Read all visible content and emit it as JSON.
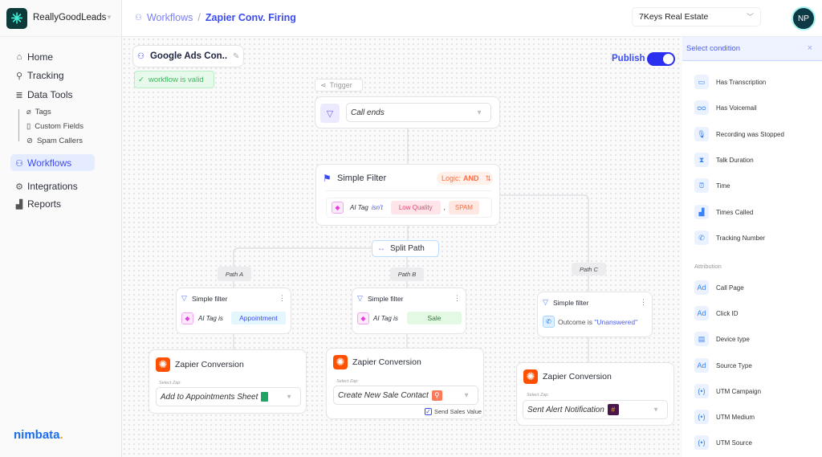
{
  "brand": {
    "org_name": "ReallyGoodLeads",
    "footer_logo": "nimbata",
    "accent": "#3b4cf5"
  },
  "breadcrumb": {
    "parent": "Workflows",
    "current": "Zapier Conv. Firing"
  },
  "header": {
    "company": "7Keys Real Estate",
    "avatar_initials": "NP"
  },
  "sidebar": {
    "items": [
      {
        "label": "Home",
        "icon": "home-icon"
      },
      {
        "label": "Tracking",
        "icon": "pin-icon"
      },
      {
        "label": "Data Tools",
        "icon": "database-icon"
      },
      {
        "label": "Workflows",
        "icon": "workflow-icon",
        "active": true
      },
      {
        "label": "Integrations",
        "icon": "gear-icon"
      },
      {
        "label": "Reports",
        "icon": "chart-icon"
      }
    ],
    "sub_items": [
      {
        "label": "Tags"
      },
      {
        "label": "Custom Fields"
      },
      {
        "label": "Spam Callers"
      }
    ]
  },
  "workflow": {
    "name": "Google Ads Con..",
    "valid_text": "workflow is valid",
    "publish_label": "Publish",
    "published": true
  },
  "trigger": {
    "label": "Trigger",
    "event": "Call ends"
  },
  "filter": {
    "title": "Simple Filter",
    "logic_label": "Logic:",
    "logic_value": "AND",
    "field": "AI Tag",
    "op": "isn't",
    "values": [
      "Low Quality",
      "SPAM"
    ],
    "sep": ","
  },
  "split": {
    "label": "Split Path"
  },
  "paths": [
    {
      "label": "Path A",
      "filter_title": "Simple filter",
      "field": "AI Tag",
      "op": "is",
      "value": "Appointment",
      "zap_title": "Zapier Conversion",
      "zap_label": "Select Zap:",
      "zap": "Add to Appointments Sheet"
    },
    {
      "label": "Path B",
      "filter_title": "Simple filter",
      "field": "AI Tag",
      "op": "is",
      "value": "Sale",
      "zap_title": "Zapier Conversion",
      "zap_label": "Select Zap:",
      "zap": "Create New Sale Contact",
      "checkbox": "Send Sales Value",
      "checked": true
    },
    {
      "label": "Path C",
      "filter_title": "Simple filter",
      "field": "Outcome is",
      "value": "\"Unanswered\"",
      "zap_title": "Zapier Conversion",
      "zap_label": "Select Zap:",
      "zap": "Sent Alert Notification"
    }
  ],
  "panel": {
    "title": "Select condition",
    "close": "×",
    "items": [
      "Has Transcription",
      "Has Voicemail",
      "Recording was Stopped",
      "Talk Duration",
      "Time",
      "Times Called",
      "Tracking Number"
    ],
    "section": "Attribution",
    "attr_items": [
      "Call Page",
      "Click ID",
      "Device type",
      "Source Type",
      "UTM Campaign",
      "UTM Medium",
      "UTM Source"
    ]
  }
}
